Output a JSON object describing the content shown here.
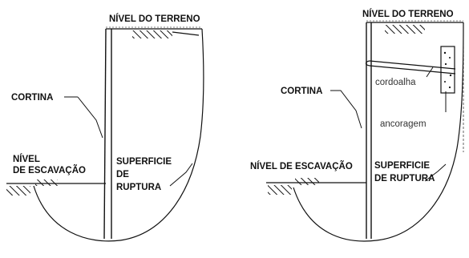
{
  "left_panel": {
    "ground_level": "NÍVEL DO TERRENO",
    "wall": "CORTINA",
    "excavation_level": [
      "NÍVEL",
      "DE ESCAVAÇÃO"
    ],
    "rupture_surface": [
      "SUPERFICIE",
      "DE",
      "RUPTURA"
    ]
  },
  "right_panel": {
    "ground_level": "NÍVEL DO TERRENO",
    "wall": "CORTINA",
    "tendon": "cordoalha",
    "anchorage": "ancoragem",
    "excavation_level": "NÍVEL DE ESCAVAÇÃO",
    "rupture_surface": [
      "SUPERFICIE",
      "DE RUPTURA"
    ]
  }
}
